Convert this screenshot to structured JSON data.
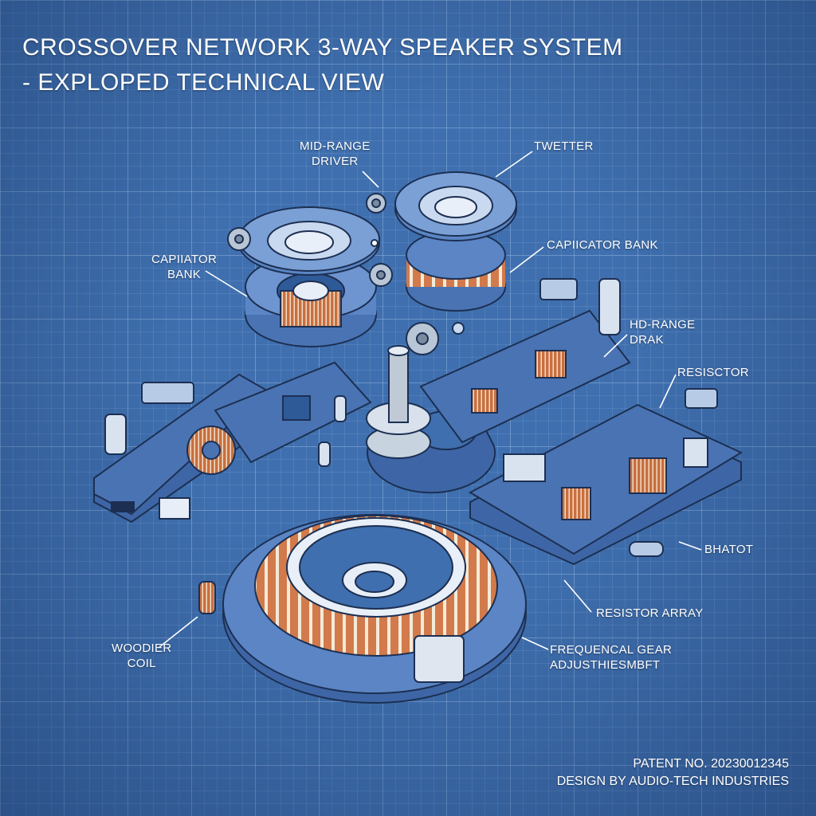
{
  "title": {
    "line1": "CROSSOVER NETWORK 3-WAY SPEAKER SYSTEM",
    "line2": "- EXPLOPED TECHNICAL VIEW"
  },
  "labels": {
    "mid_range_driver": {
      "line1": "MID-RANGE",
      "line2": "DRIVER"
    },
    "tweeter": "TWETTER",
    "capacitor_bank_left": {
      "line1": "CAPIIATOR",
      "line2": "BANK"
    },
    "capacitor_bank_right": "CAPIICATOR BANK",
    "hd_range_drak": {
      "line1": "HD-RANGE",
      "line2": "DRAK"
    },
    "resistor": "RESISCTOR",
    "bhatot": "BHATOT",
    "resistor_array": "RESISTOR ARRAY",
    "woodier_coil": {
      "line1": "WOODIER",
      "line2": "COIL"
    },
    "frequency_gear": {
      "line1": "FREQUENCAL GEAR",
      "line2": "ADJUSTHIESMBFT"
    }
  },
  "footer": {
    "patent": "PATENT NO. 20230012345",
    "design": "DESIGN BY AUDIO-TECH INDUSTRIES"
  },
  "colors": {
    "background": "#3f6fae",
    "line": "#1c2f52",
    "part_fill": "#5b85c4",
    "part_light": "#a9c3e8",
    "copper": "#d27a4c",
    "copper_dark": "#9c4f2c",
    "pcb": "#4a73b3",
    "label_text": "#ffffff"
  }
}
